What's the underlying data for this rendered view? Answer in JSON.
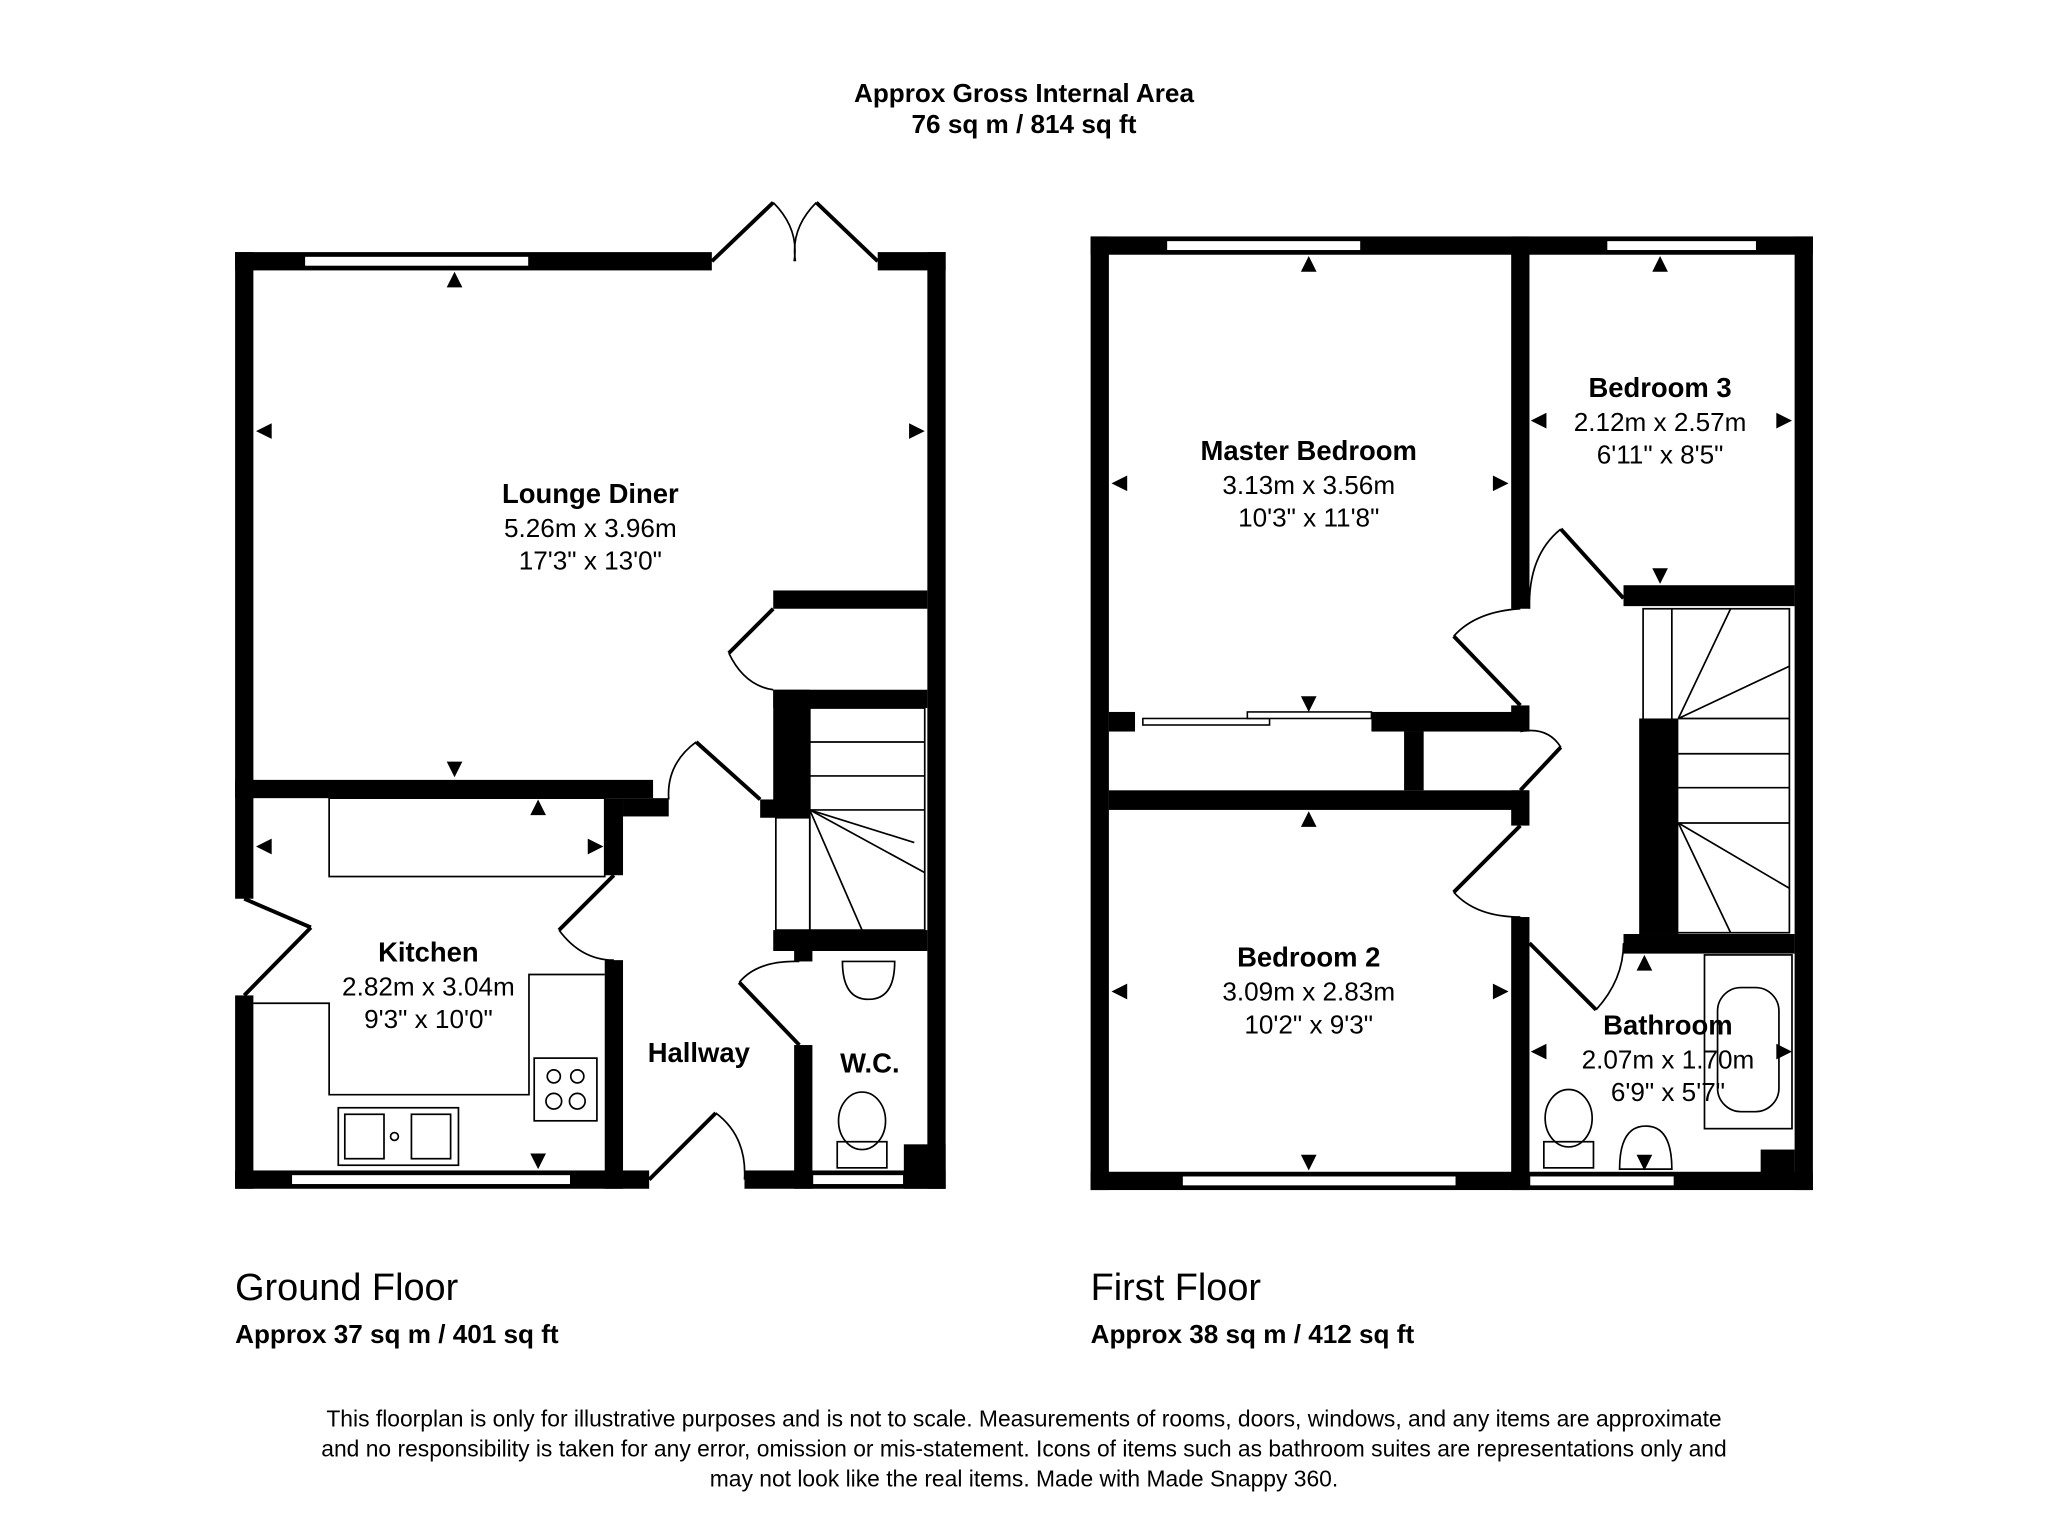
{
  "header": {
    "line1": "Approx Gross Internal Area",
    "line2": "76 sq m / 814 sq ft"
  },
  "ground_floor": {
    "title": "Ground Floor",
    "area": "Approx 37 sq m / 401 sq ft",
    "rooms": [
      {
        "name": "Lounge Diner",
        "metric": "5.26m x 3.96m",
        "imperial": "17'3\" x 13'0\""
      },
      {
        "name": "Kitchen",
        "metric": "2.82m x 3.04m",
        "imperial": "9'3\" x 10'0\""
      },
      {
        "name": "Hallway"
      },
      {
        "name": "W.C."
      }
    ]
  },
  "first_floor": {
    "title": "First Floor",
    "area": "Approx 38 sq m / 412 sq ft",
    "rooms": [
      {
        "name": "Master Bedroom",
        "metric": "3.13m x 3.56m",
        "imperial": "10'3\" x 11'8\""
      },
      {
        "name": "Bedroom 3",
        "metric": "2.12m x 2.57m",
        "imperial": "6'11\" x 8'5\""
      },
      {
        "name": "Bedroom 2",
        "metric": "3.09m x 2.83m",
        "imperial": "10'2\" x 9'3\""
      },
      {
        "name": "Bathroom",
        "metric": "2.07m x 1.70m",
        "imperial": "6'9\" x 5'7\""
      }
    ]
  },
  "disclaimer": [
    "This floorplan is only for illustrative purposes and is not to scale. Measurements of rooms, doors, windows, and any items are approximate",
    "and no responsibility is taken for any error, omission or mis-statement. Icons of items such as bathroom suites are representations only and",
    "may not look like the real items. Made with Made Snappy 360."
  ]
}
